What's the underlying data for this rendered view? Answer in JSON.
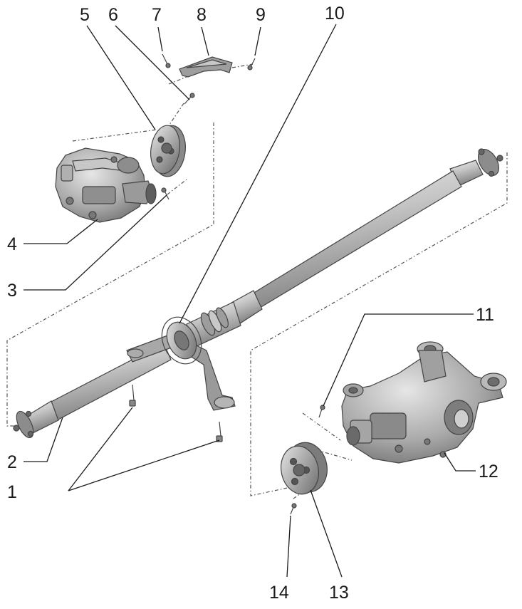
{
  "diagram": {
    "callouts": [
      "1",
      "2",
      "3",
      "4",
      "5",
      "6",
      "7",
      "8",
      "9",
      "10",
      "11",
      "12",
      "13",
      "14"
    ],
    "parts": [
      "front-final-drive",
      "front-flex-joint",
      "flex-joint-bolt",
      "center-bearing-bracket-bolt",
      "heat-shield",
      "heat-shield-bolt",
      "propeller-shaft",
      "center-support-bearing",
      "rear-final-drive",
      "rear-flex-joint",
      "rear-flex-joint-bolt",
      "rear-final-drive-bolt"
    ],
    "colors": {
      "part_fill": "#b8b8b8",
      "part_dark": "#7a7a7a",
      "part_light": "#e2e2e2",
      "line": "#1a1a1a"
    }
  }
}
